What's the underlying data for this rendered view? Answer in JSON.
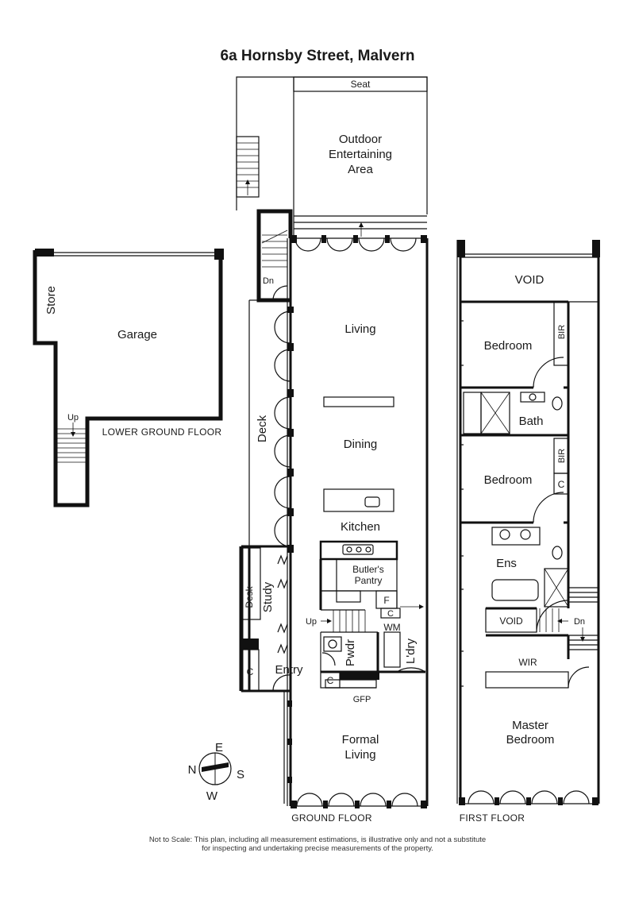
{
  "title": "6a Hornsby Street, Malvern",
  "floors": {
    "lower": "LOWER GROUND FLOOR",
    "ground": "GROUND FLOOR",
    "first": "FIRST FLOOR"
  },
  "rooms": {
    "seat": "Seat",
    "outdoor_1": "Outdoor",
    "outdoor_2": "Entertaining",
    "outdoor_3": "Area",
    "store": "Store",
    "garage": "Garage",
    "living": "Living",
    "dining": "Dining",
    "kitchen": "Kitchen",
    "deck": "Deck",
    "butlers_1": "Butler's",
    "butlers_2": "Pantry",
    "study": "Study",
    "desk": "Desk",
    "entry": "Entry",
    "pwdr": "Pwdr",
    "ldry": "L'dry",
    "wm": "WM",
    "fridge": "F",
    "gfp": "GFP",
    "formal_1": "Formal",
    "formal_2": "Living",
    "void_top": "VOID",
    "bedroom_1": "Bedroom",
    "bedroom_2": "Bedroom",
    "bath": "Bath",
    "bir_1": "BIR",
    "bir_2": "BIR",
    "ens": "Ens",
    "void_mid": "VOID",
    "wir": "WIR",
    "master_1": "Master",
    "master_2": "Bedroom"
  },
  "markers": {
    "up": "Up",
    "dn": "Dn",
    "cupboard": "C"
  },
  "compass": {
    "n": "N",
    "e": "E",
    "s": "S",
    "w": "W"
  },
  "disclaimer": {
    "line1": "Not to Scale: This plan, including all measurement estimations, is illustrative only and not a substitute",
    "line2": "for inspecting and undertaking precise measurements of the property."
  }
}
